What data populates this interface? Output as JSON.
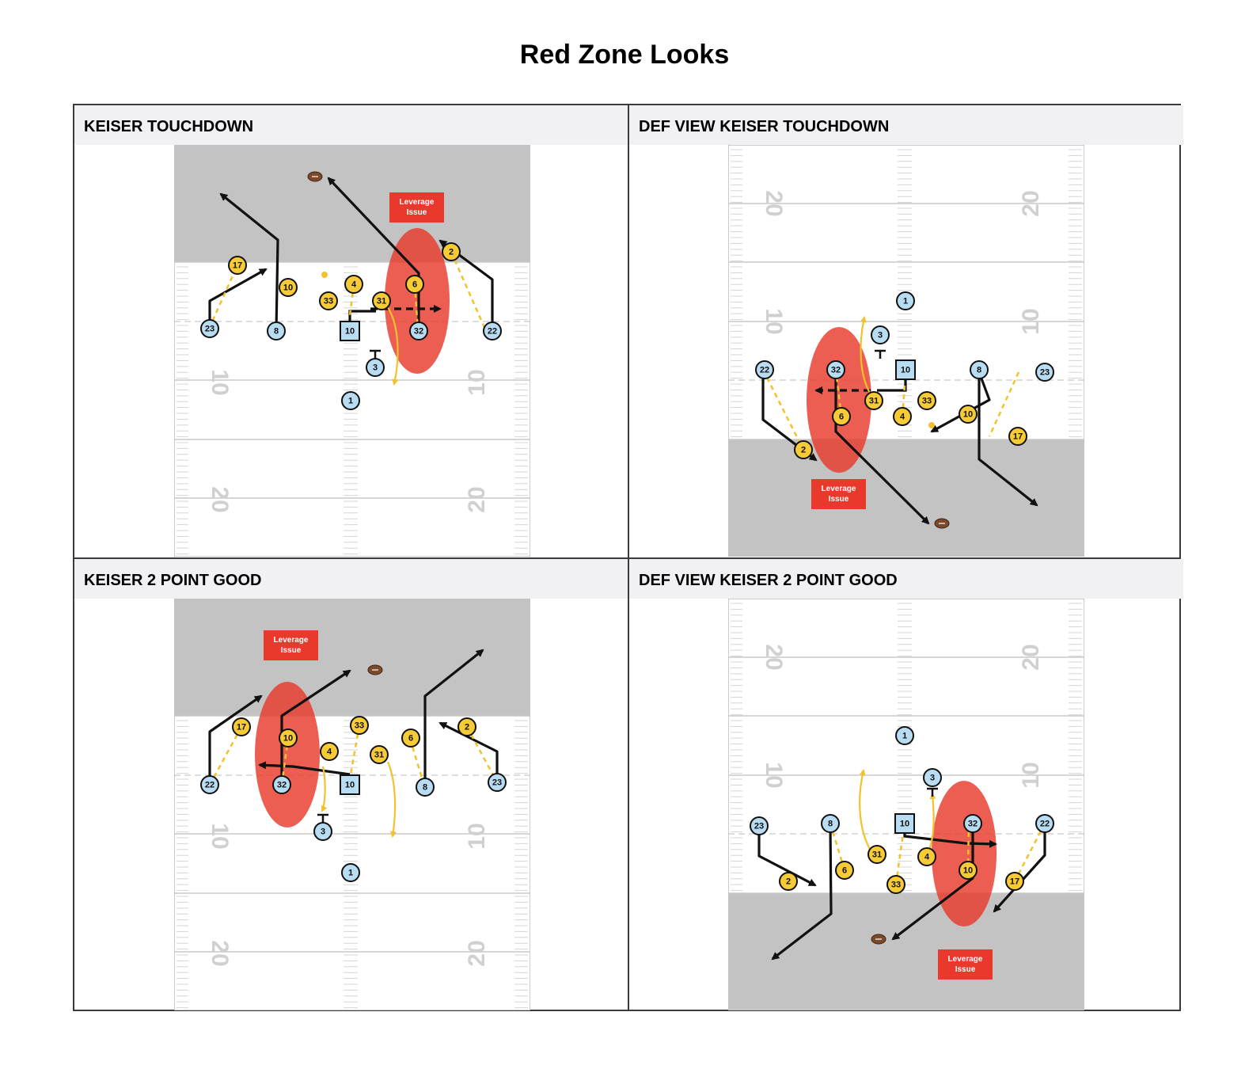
{
  "page_title": "Red Zone Looks",
  "colors": {
    "offense": "#b8dcf2",
    "defense": "#f7cb35",
    "endzone": "#c3c3c3",
    "leverage": "#e8392c",
    "route": "#111111",
    "coverage": "#f3c12c"
  },
  "panels": [
    {
      "title": "KEISER TOUCHDOWN",
      "endzone": "top",
      "yard_labels": [
        {
          "text": "10"
        },
        {
          "text": "10"
        },
        {
          "text": "20"
        },
        {
          "text": "20"
        }
      ],
      "leverage_label": [
        "Leverage",
        "Issue"
      ],
      "players": [
        {
          "label": "23",
          "side": "offense"
        },
        {
          "label": "8",
          "side": "offense"
        },
        {
          "label": "10",
          "side": "offense",
          "shape": "square"
        },
        {
          "label": "32",
          "side": "offense"
        },
        {
          "label": "22",
          "side": "offense"
        },
        {
          "label": "3",
          "side": "offense"
        },
        {
          "label": "1",
          "side": "offense"
        },
        {
          "label": "17",
          "side": "defense"
        },
        {
          "label": "10",
          "side": "defense"
        },
        {
          "label": "33",
          "side": "defense"
        },
        {
          "label": "4",
          "side": "defense"
        },
        {
          "label": "31",
          "side": "defense"
        },
        {
          "label": "6",
          "side": "defense"
        },
        {
          "label": "2",
          "side": "defense"
        }
      ]
    },
    {
      "title": "DEF VIEW KEISER TOUCHDOWN",
      "endzone": "bottom",
      "yard_labels": [
        {
          "text": "20"
        },
        {
          "text": "20"
        },
        {
          "text": "10"
        },
        {
          "text": "10"
        }
      ],
      "leverage_label": [
        "Leverage",
        "Issue"
      ],
      "players": [
        {
          "label": "1",
          "side": "offense"
        },
        {
          "label": "3",
          "side": "offense"
        },
        {
          "label": "22",
          "side": "offense"
        },
        {
          "label": "32",
          "side": "offense"
        },
        {
          "label": "10",
          "side": "offense",
          "shape": "square"
        },
        {
          "label": "8",
          "side": "offense"
        },
        {
          "label": "23",
          "side": "offense"
        },
        {
          "label": "31",
          "side": "defense"
        },
        {
          "label": "33",
          "side": "defense"
        },
        {
          "label": "6",
          "side": "defense"
        },
        {
          "label": "4",
          "side": "defense"
        },
        {
          "label": "10",
          "side": "defense"
        },
        {
          "label": "17",
          "side": "defense"
        },
        {
          "label": "2",
          "side": "defense"
        }
      ]
    },
    {
      "title": "KEISER 2 POINT GOOD",
      "endzone": "top",
      "yard_labels": [
        {
          "text": "10"
        },
        {
          "text": "10"
        },
        {
          "text": "20"
        },
        {
          "text": "20"
        }
      ],
      "leverage_label": [
        "Leverage",
        "Issue"
      ],
      "players": [
        {
          "label": "22",
          "side": "offense"
        },
        {
          "label": "32",
          "side": "offense"
        },
        {
          "label": "10",
          "side": "offense",
          "shape": "square"
        },
        {
          "label": "8",
          "side": "offense"
        },
        {
          "label": "23",
          "side": "offense"
        },
        {
          "label": "3",
          "side": "offense"
        },
        {
          "label": "1",
          "side": "offense"
        },
        {
          "label": "17",
          "side": "defense"
        },
        {
          "label": "10",
          "side": "defense"
        },
        {
          "label": "4",
          "side": "defense"
        },
        {
          "label": "33",
          "side": "defense"
        },
        {
          "label": "31",
          "side": "defense"
        },
        {
          "label": "6",
          "side": "defense"
        },
        {
          "label": "2",
          "side": "defense"
        }
      ]
    },
    {
      "title": "DEF VIEW KEISER 2 POINT GOOD",
      "endzone": "bottom",
      "yard_labels": [
        {
          "text": "20"
        },
        {
          "text": "20"
        },
        {
          "text": "10"
        },
        {
          "text": "10"
        }
      ],
      "leverage_label": [
        "Leverage",
        "Issue"
      ],
      "players": [
        {
          "label": "1",
          "side": "offense"
        },
        {
          "label": "3",
          "side": "offense"
        },
        {
          "label": "23",
          "side": "offense"
        },
        {
          "label": "8",
          "side": "offense"
        },
        {
          "label": "10",
          "side": "offense",
          "shape": "square"
        },
        {
          "label": "32",
          "side": "offense"
        },
        {
          "label": "22",
          "side": "offense"
        },
        {
          "label": "31",
          "side": "defense"
        },
        {
          "label": "4",
          "side": "defense"
        },
        {
          "label": "6",
          "side": "defense"
        },
        {
          "label": "2",
          "side": "defense"
        },
        {
          "label": "33",
          "side": "defense"
        },
        {
          "label": "10",
          "side": "defense"
        },
        {
          "label": "17",
          "side": "defense"
        }
      ]
    }
  ]
}
